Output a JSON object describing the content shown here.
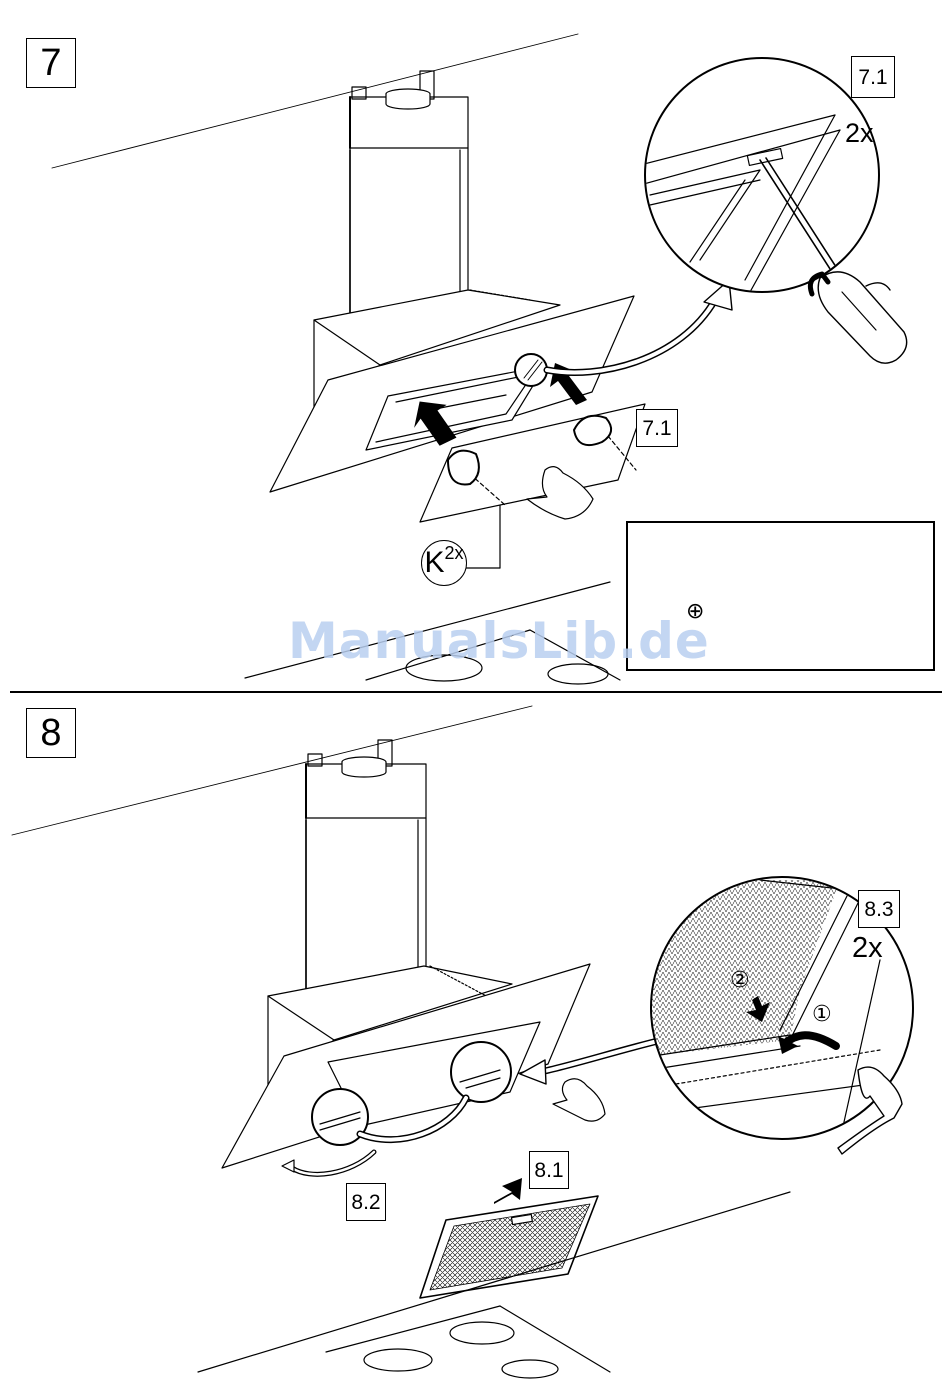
{
  "steps": {
    "seven": {
      "label": "7"
    },
    "eight": {
      "label": "8"
    }
  },
  "callouts": {
    "detail_7_1_top": "7.1",
    "detail_7_1_side": "7.1",
    "repeat_7": "2x",
    "fastener_letter": "K",
    "fastener_count": "2x",
    "detail_8_1": "8.1",
    "detail_8_2": "8.2",
    "detail_8_3": "8.3",
    "repeat_8": "2x",
    "order_1": "①",
    "order_2": "②",
    "screw_head": "⊕"
  },
  "watermark": "ManualsLib.de",
  "icons": {
    "tool": "phillips-screwdriver-icon",
    "screw": "screw-head-icon"
  }
}
